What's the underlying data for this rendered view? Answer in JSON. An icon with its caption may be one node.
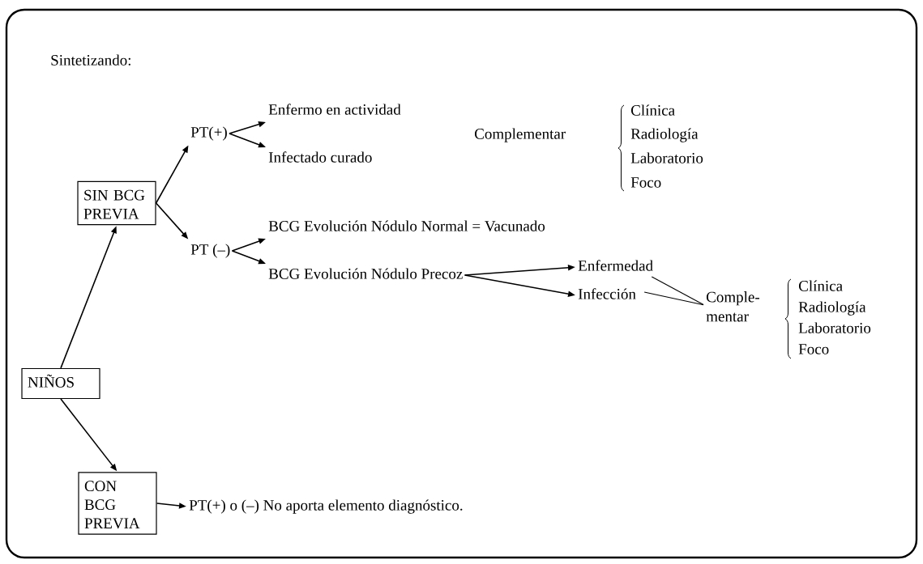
{
  "diagram": {
    "nodes": [
      {
        "text": [
          "NIÑOS"
        ]
      },
      {
        "text": [
          "SIN BCG PREVIA"
        ]
      },
      {
        "text": [
          "CON BCG PREVIA"
        ]
      },
      {
        "text": [
          "PT(+)"
        ]
      },
      {
        "text": [
          "PT (–)"
        ]
      },
      {
        "text": [
          "Enfermo en actividad"
        ]
      },
      {
        "text": [
          "Infectado curado"
        ]
      },
      {
        "text": [
          "BCG Evolución Nódulo Normal = Vacunado"
        ]
      },
      {
        "text": [
          "BCG Evolución Nódulo Precoz"
        ]
      },
      {
        "text": [
          "Enfermedad"
        ]
      },
      {
        "text": [
          "Infección"
        ]
      },
      {
        "text": [
          "Comple- mentar"
        ]
      },
      {
        "text": [
          "PT(+) o (–) No aporta elemento diagnóstico."
        ]
      }
    ],
    "edges": [
      {
        "from": 0,
        "to": 1,
        "arrow": "to"
      },
      {
        "from": 0,
        "to": 2,
        "arrow": "to"
      },
      {
        "from": 1,
        "to": 3,
        "arrow": "to"
      },
      {
        "from": 1,
        "to": 4,
        "arrow": "to"
      },
      {
        "from": 3,
        "to": 5,
        "arrow": "to"
      },
      {
        "from": 3,
        "to": 6,
        "arrow": "to"
      },
      {
        "from": 4,
        "to": 7,
        "arrow": "to"
      },
      {
        "from": 4,
        "to": 8,
        "arrow": "to"
      },
      {
        "from": 8,
        "to": 9,
        "arrow": "to"
      },
      {
        "from": 8,
        "to": 10,
        "arrow": "to"
      },
      {
        "from": 9,
        "to": 11,
        "arrow": "none"
      },
      {
        "from": 10,
        "to": 11,
        "arrow": "none"
      },
      {
        "from": 2,
        "to": 12,
        "arrow": "to"
      }
    ],
    "labels": [
      "Sintetizando:",
      "Complementar",
      "Clínica",
      "Radiología",
      "Laboratorio",
      "Foco",
      "Clínica",
      "Radiología",
      "Laboratorio",
      "Foco"
    ]
  }
}
